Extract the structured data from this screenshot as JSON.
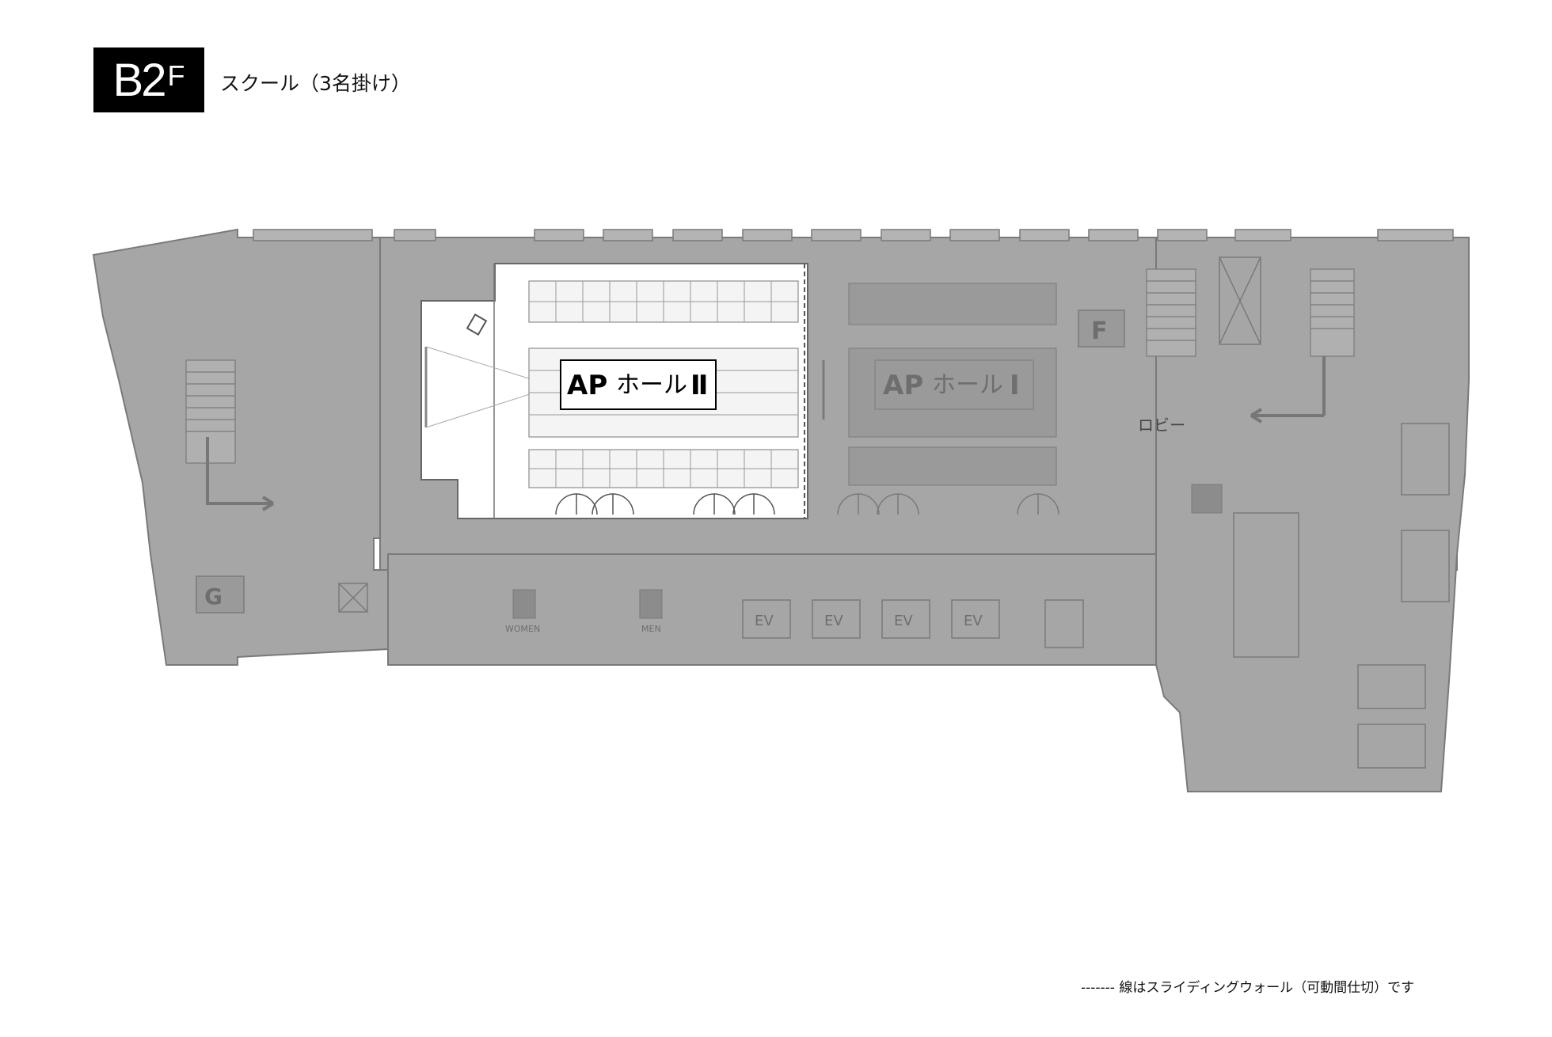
{
  "header": {
    "floor_main": "B2",
    "floor_suffix": "F",
    "subtitle": "スクール（3名掛け）"
  },
  "rooms": {
    "hall2": {
      "prefix": "AP",
      "name": "ホール",
      "numeral": "Ⅱ"
    },
    "hall1": {
      "prefix": "AP",
      "name": "ホール",
      "numeral": "Ⅰ"
    },
    "lobby": "ロビー",
    "room_f": "F",
    "room_g": "G",
    "women": "WOMEN",
    "men": "MEN",
    "elevators": [
      "EV",
      "EV",
      "EV",
      "EV"
    ]
  },
  "legend": "------- 線はスライディングウォール（可動間仕切）です",
  "colors": {
    "floor": "#a6a6a6",
    "outline": "#7a7a7a",
    "highlight": "#ffffff",
    "label_dark": "#000000",
    "label_muted": "#6e6e6e"
  },
  "icons": [
    "stair-icon",
    "arrow-icon",
    "smoking-icon",
    "women-icon",
    "men-icon",
    "projector-icon"
  ]
}
